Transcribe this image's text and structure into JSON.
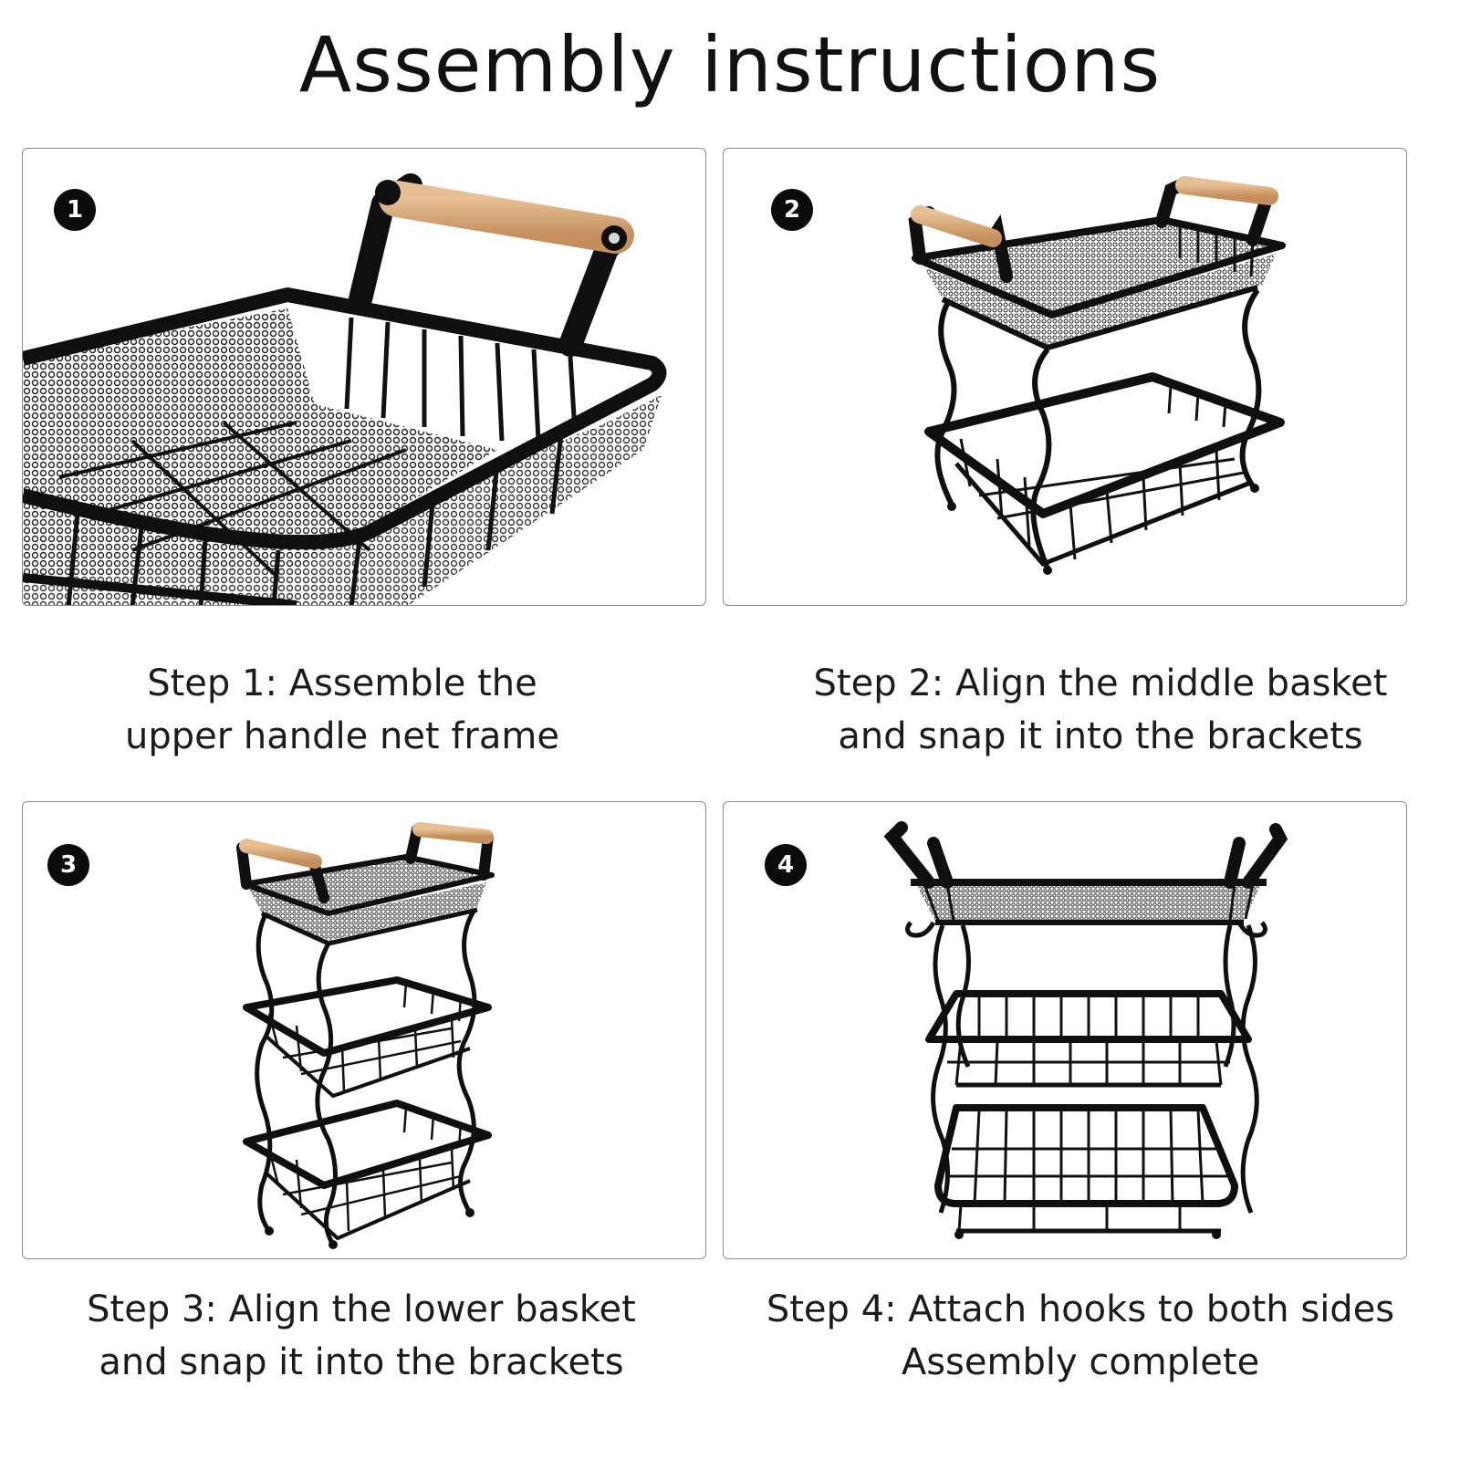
{
  "title": "Assembly instructions",
  "steps": [
    {
      "number": "1",
      "line1": "Step 1: Assemble the",
      "line2": "upper handle net frame"
    },
    {
      "number": "2",
      "line1": "Step 2: Align the middle basket",
      "line2": "and snap it into the brackets"
    },
    {
      "number": "3",
      "line1": "Step 3: Align the lower basket",
      "line2": "and snap it into the brackets"
    },
    {
      "number": "4",
      "line1": "Step 4: Attach hooks to both sides",
      "line2": "Assembly complete"
    }
  ],
  "colors": {
    "metal": "#0f0f0f",
    "wood": "#d7a878",
    "border": "#8a8a8a"
  }
}
